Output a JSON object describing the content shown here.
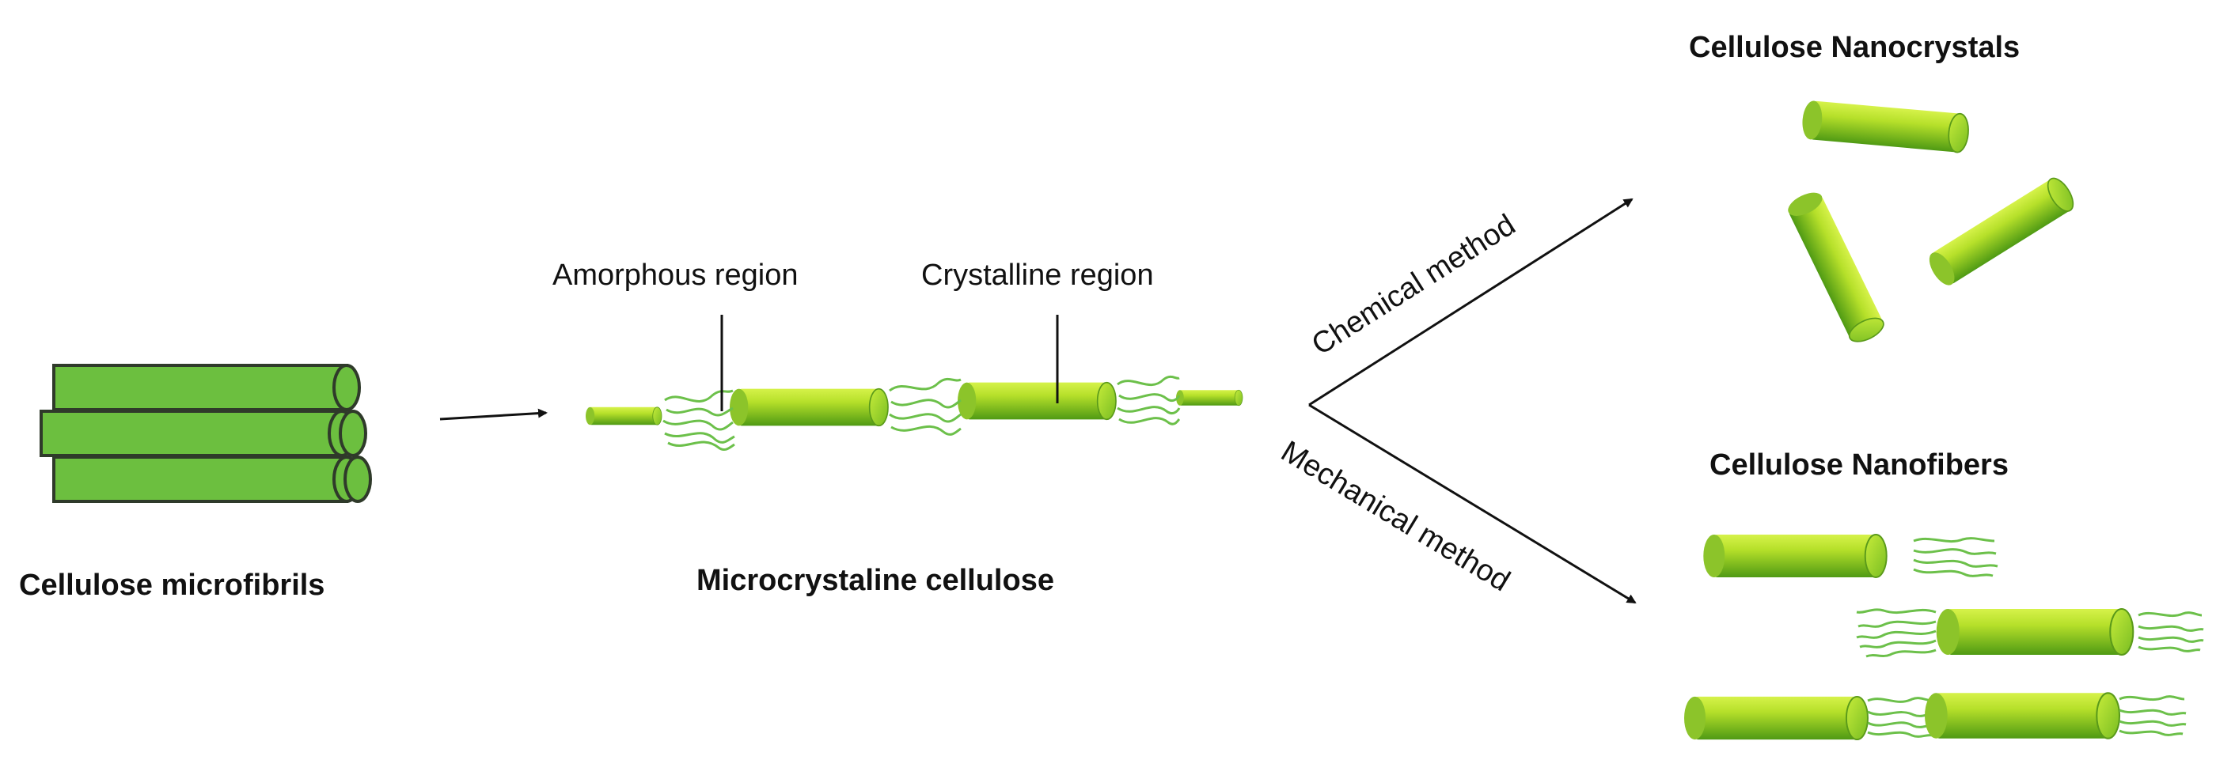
{
  "stages": {
    "microfibrils": {
      "label": "Cellulose microfibrils"
    },
    "mcc": {
      "label": "Microcrystaline cellulose",
      "amorphous_label": "Amorphous region",
      "crystalline_label": "Crystalline region"
    },
    "nanocrystals": {
      "label": "Cellulose Nanocrystals"
    },
    "nanofibers": {
      "label": "Cellulose Nanofibers"
    }
  },
  "methods": {
    "chemical": "Chemical method",
    "mechanical": "Mechanical method"
  },
  "colors": {
    "microfibril_fill": "#6cbf3f",
    "microfibril_outline": "#2f3a2a",
    "rod_light": "#c6ea2e",
    "rod_dark": "#5aa51a",
    "amorphous_strands": "#6cc04a",
    "text": "#111111"
  }
}
